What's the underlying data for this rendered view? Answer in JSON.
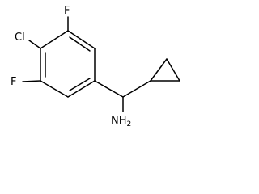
{
  "molecule": {
    "atoms": {
      "fluorine_top": "F",
      "chlorine": "Cl",
      "fluorine_bottom": "F",
      "amine": "NH",
      "amine_subscript": "2"
    }
  }
}
